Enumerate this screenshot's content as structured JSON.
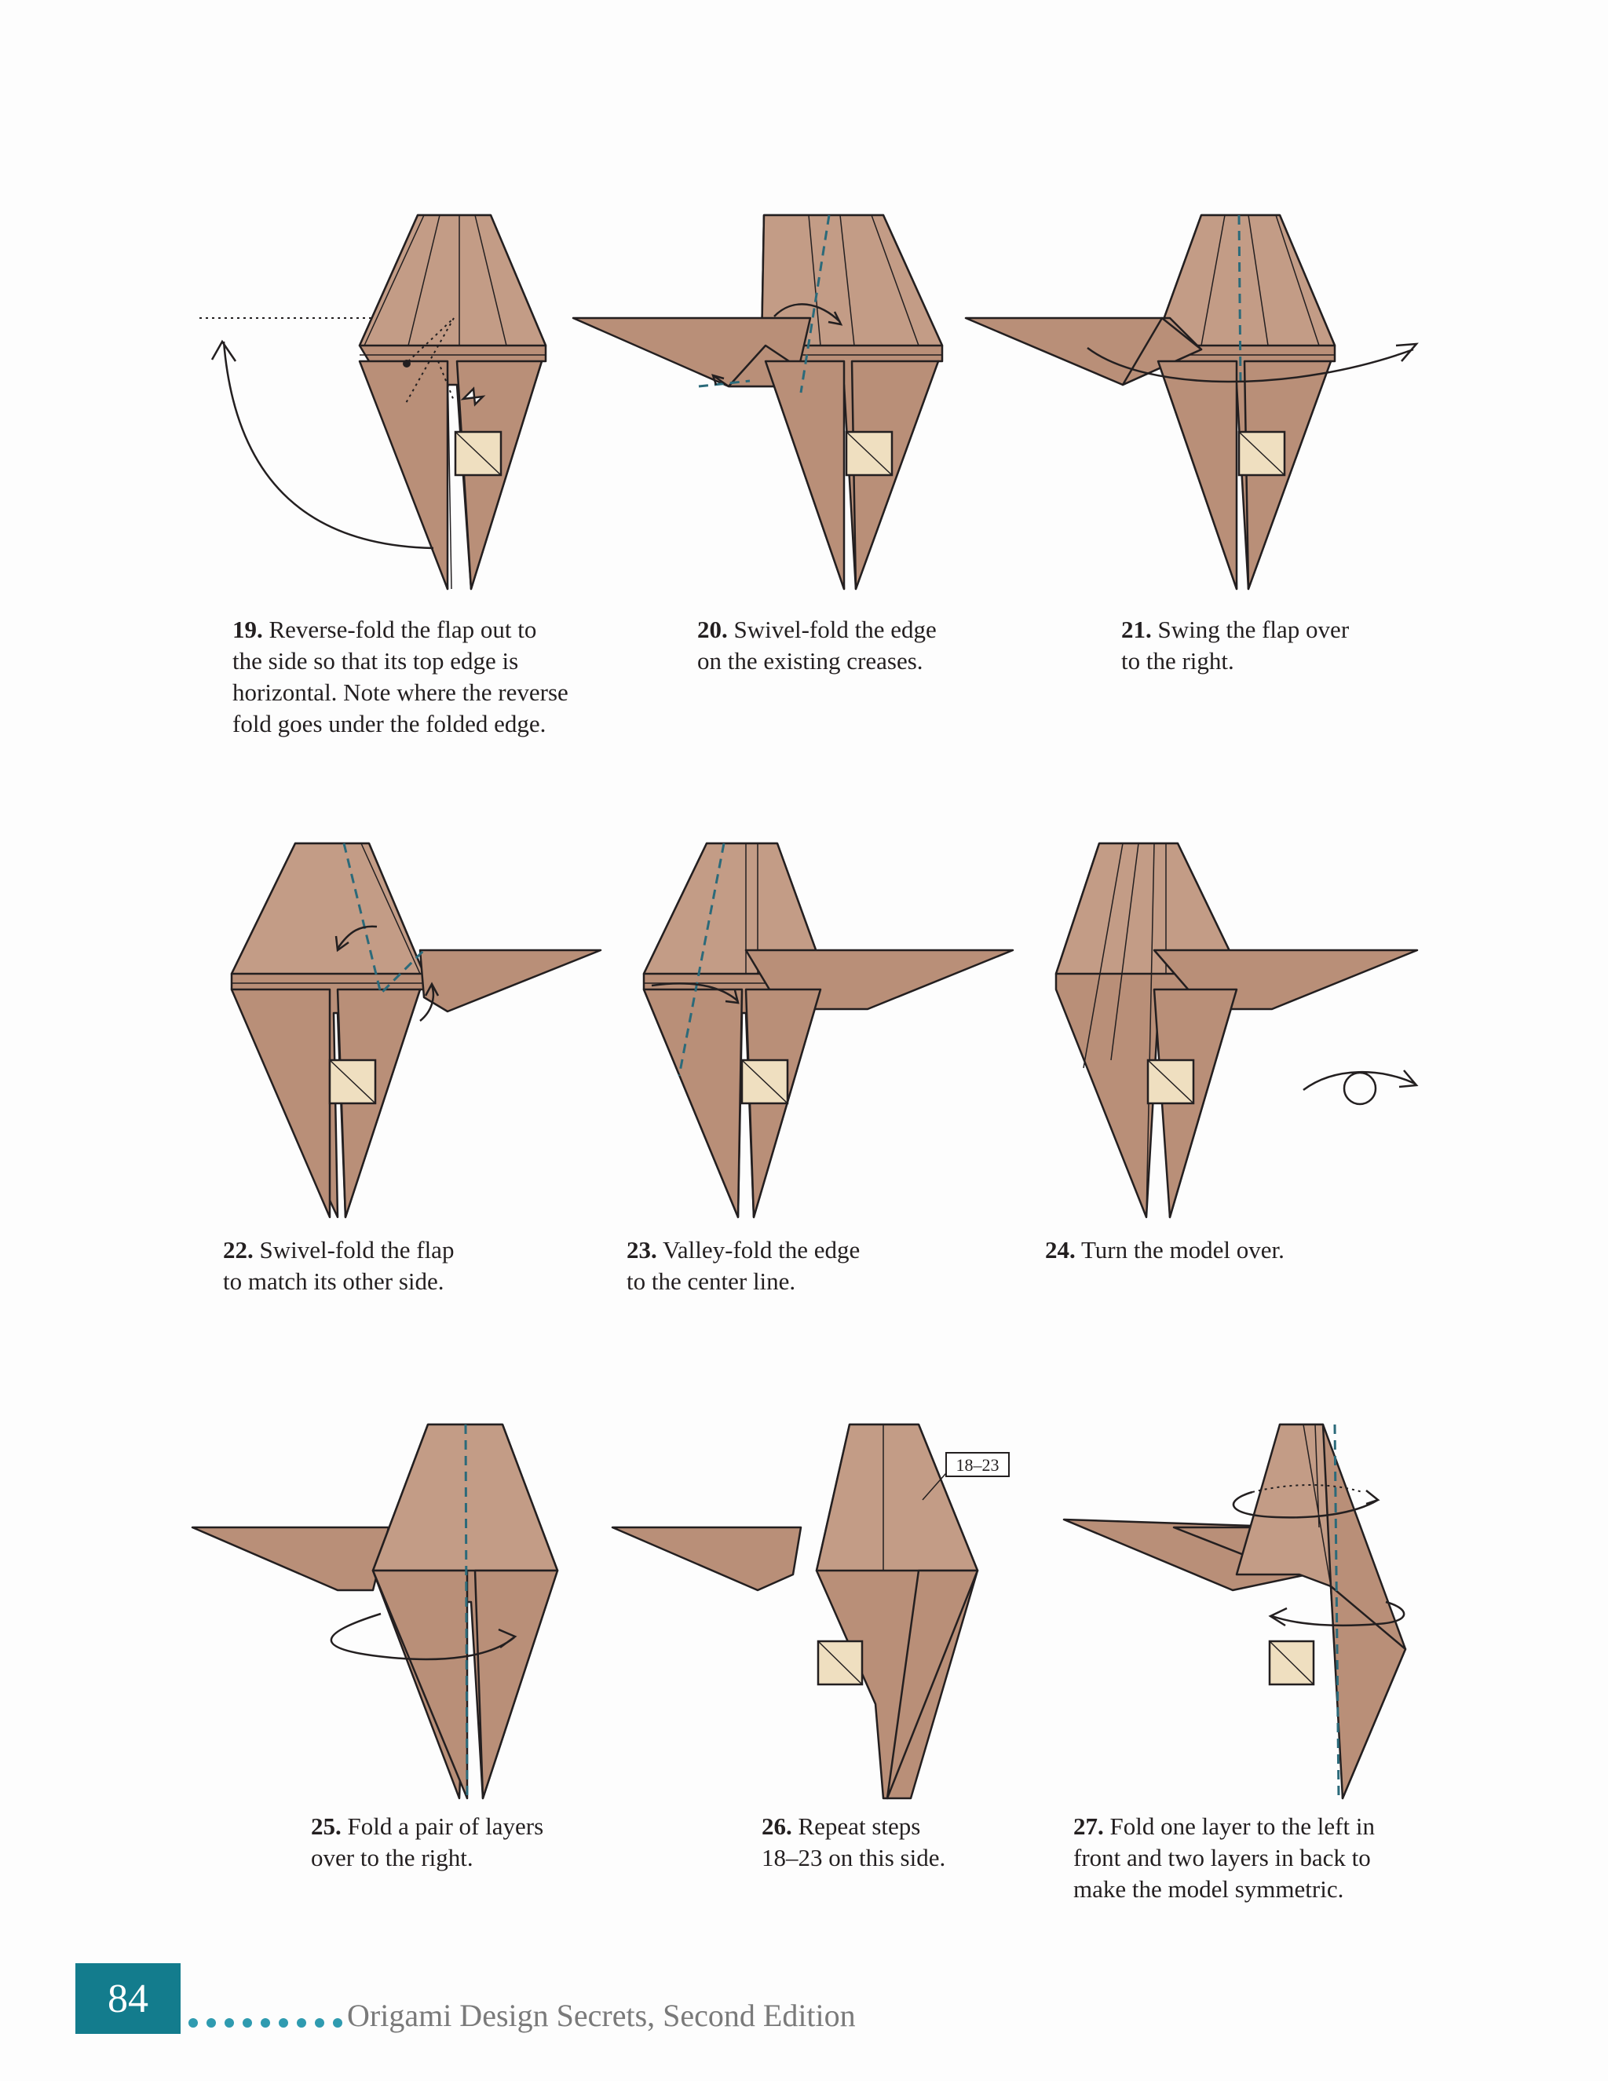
{
  "steps": [
    {
      "num": "19.",
      "text": "Reverse-fold the flap out to\nthe side so that its top edge is\nhorizontal. Note where the reverse\nfold goes under the folded edge."
    },
    {
      "num": "20.",
      "text": "Swivel-fold the edge\non the existing creases."
    },
    {
      "num": "21.",
      "text": "Swing the flap over\nto the right."
    },
    {
      "num": "22.",
      "text": "Swivel-fold the flap\nto match its other side."
    },
    {
      "num": "23.",
      "text": "Valley-fold the edge\nto the center line."
    },
    {
      "num": "24.",
      "text": "Turn the model over."
    },
    {
      "num": "25.",
      "text": "Fold a pair of layers\nover to the right."
    },
    {
      "num": "26.",
      "text": "Repeat steps\n18–23 on this side."
    },
    {
      "num": "27.",
      "text": "Fold one layer to the left in\nfront and two layers in back to\nmake the model symmetric."
    }
  ],
  "step26_reference_label": "18–23",
  "footer": {
    "page_number": "84",
    "book_title": "Origami Design Secrets, Second Edition"
  },
  "colors": {
    "paper": "#b98f78",
    "paper_reverse": "#efdfc0",
    "footer_accent": "#137c8d"
  }
}
